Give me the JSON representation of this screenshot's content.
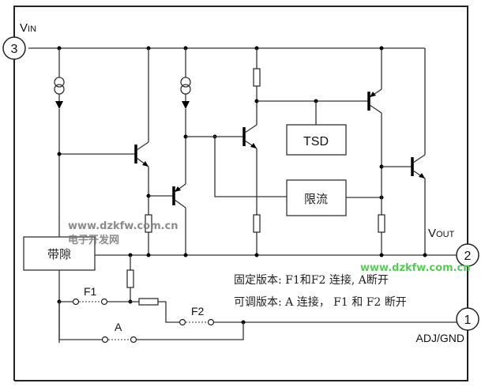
{
  "pins": {
    "vin": {
      "number": "3",
      "label_main": "V",
      "label_sub": "IN"
    },
    "vout": {
      "number": "2",
      "label_main": "V",
      "label_sub": "OUT"
    },
    "adj": {
      "number": "1",
      "label": "ADJ/GND"
    }
  },
  "blocks": {
    "bandgap": "带隙",
    "tsd": "TSD",
    "current_limit": "限流"
  },
  "switches": {
    "f1": "F1",
    "f2": "F2",
    "a": "A"
  },
  "notes": {
    "fixed": "固定版本: F1和F2 连接, A断开",
    "adjustable": "可调版本: A 连接， F1 和 F2 断开"
  },
  "watermarks": {
    "left_url": "www.dzkfw.com.cn",
    "left_cn": "电子开发网",
    "right_url": "www.dzkfw.com.cn"
  },
  "colors": {
    "watermark_gray": "#777777",
    "watermark_green": "#5cc85c"
  }
}
